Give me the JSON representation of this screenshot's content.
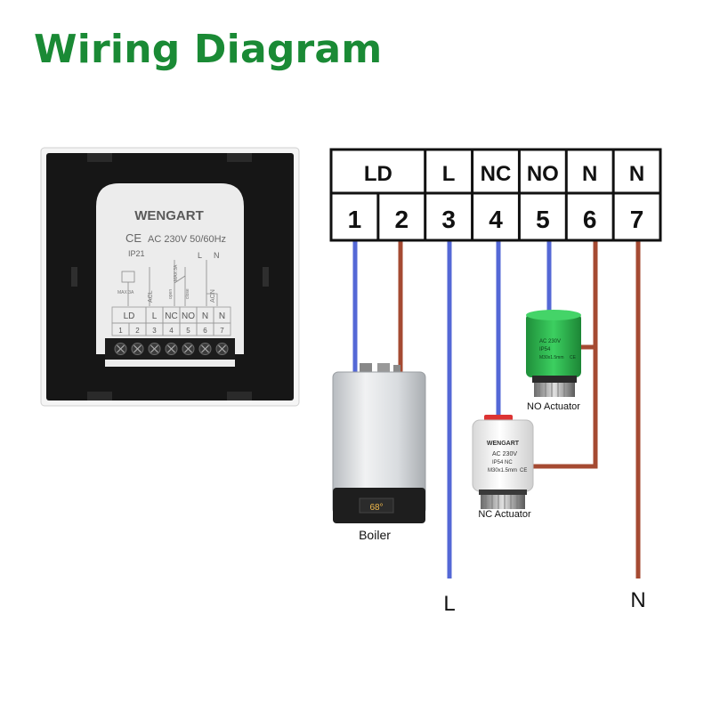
{
  "title": "Wiring Diagram",
  "thermostat": {
    "brand": "WENGART",
    "rating": "AC 230V 50/60Hz",
    "ip": "IP21",
    "ce_mark": "CE",
    "max_label": "MAX 3A",
    "rel_max": "MAX 3A",
    "acl": "ACL",
    "acn": "ACN",
    "open": "open",
    "close": "close",
    "top_l": "L",
    "top_n": "N",
    "term_labels": [
      "LD",
      "L",
      "NC",
      "NO",
      "N",
      "N"
    ],
    "term_nums": [
      "1",
      "2",
      "3",
      "4",
      "5",
      "6",
      "7"
    ]
  },
  "terminal_block": {
    "groups": [
      {
        "label": "LD",
        "span": 2
      },
      {
        "label": "L",
        "span": 1
      },
      {
        "label": "NC",
        "span": 1
      },
      {
        "label": "NO",
        "span": 1
      },
      {
        "label": "N",
        "span": 1
      },
      {
        "label": "N",
        "span": 1
      }
    ],
    "numbers": [
      "1",
      "2",
      "3",
      "4",
      "5",
      "6",
      "7"
    ]
  },
  "colors": {
    "title": "#1a8a35",
    "live_wire": "#5468d6",
    "neutral_wire": "#a54a32",
    "actuator_green": "#2eb34e",
    "block_border": "#111111"
  },
  "devices": {
    "boiler": {
      "label": "Boiler",
      "display": "68°"
    },
    "no_actuator": {
      "label": "NO Actuator",
      "line1": "AC 230V",
      "line2": "IP54",
      "line3": "M30x1.5mm",
      "ce": "CE"
    },
    "nc_actuator": {
      "label": "NC Actuator",
      "brand": "WENGART",
      "line1": "AC 230V",
      "line2": "IP54 NC",
      "line3": "M30x1.5mm",
      "ce": "CE"
    }
  },
  "supply": {
    "l_label": "L",
    "n_label": "N"
  }
}
